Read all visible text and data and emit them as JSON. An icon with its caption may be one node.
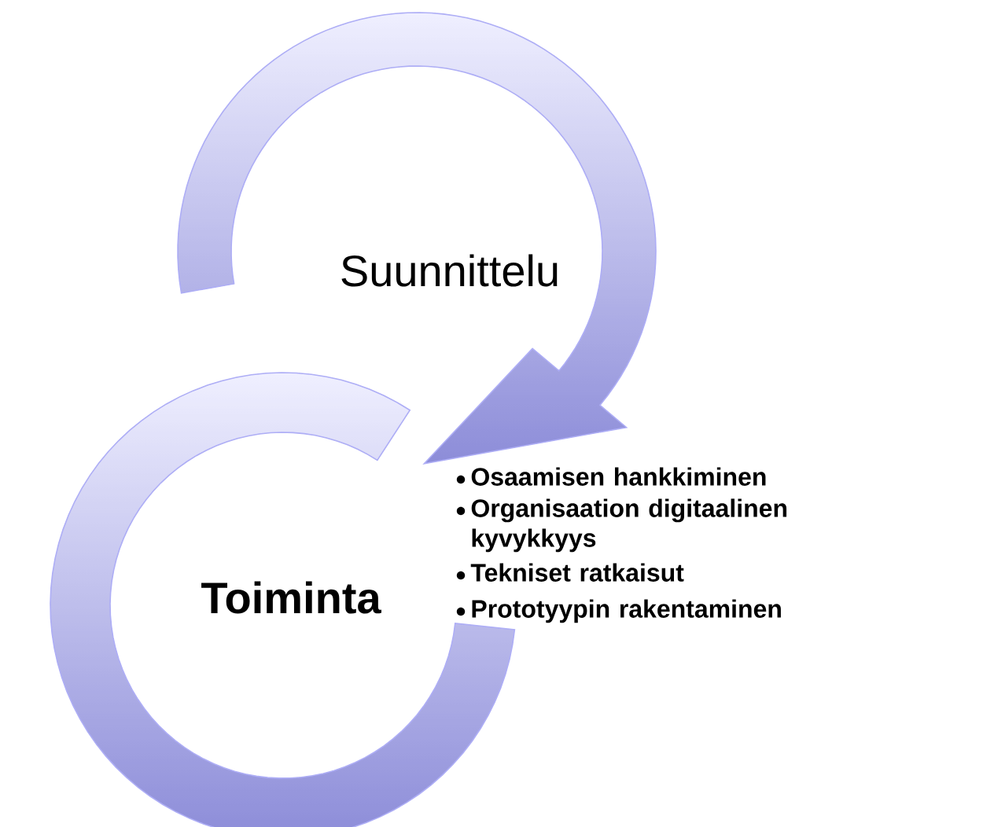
{
  "diagram": {
    "nodes": [
      {
        "text": [
          "Suunnittelu"
        ]
      },
      {
        "text": [
          "Toiminta"
        ]
      }
    ],
    "labels": [
      "Osaamisen hankkiminen",
      "Organisaation digitaalinen kyvykkyys",
      "Tekniset ratkaisut",
      "Prototyypin rakentaminen"
    ]
  }
}
